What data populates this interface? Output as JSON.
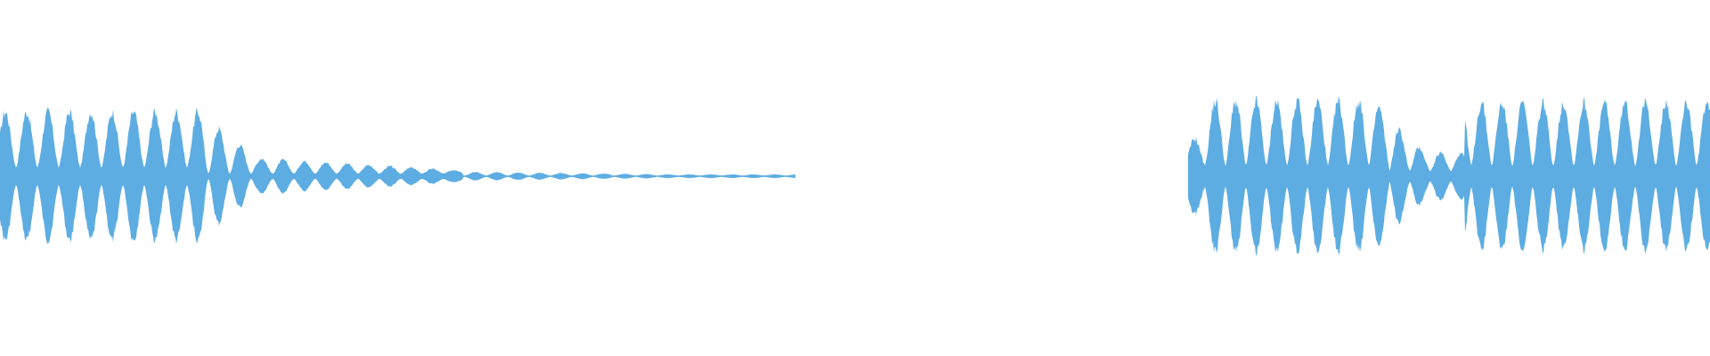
{
  "waveform": {
    "color": "#5dade2",
    "background": "#ffffff",
    "segments": [
      {
        "start": 0.0,
        "end": 0.465,
        "envelope": "decay"
      },
      {
        "start": 0.695,
        "end": 1.0,
        "envelope": "bursts"
      }
    ]
  }
}
